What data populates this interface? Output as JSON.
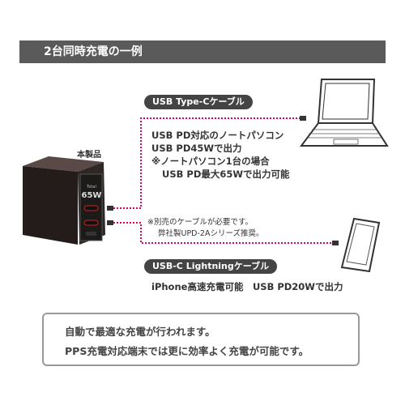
{
  "header": {
    "title": "2台同時充電の一例"
  },
  "product": {
    "label": "本製品",
    "badge_top": "Total",
    "badge_watt": "65W"
  },
  "cable_typec": {
    "label": "USB Type-Cケーブル",
    "lines": [
      "USB PD対応のノートパソコン",
      "USB PD45Wで出力",
      "※ノートパソコン1台の場合",
      "USB PD最大65Wで出力可能"
    ]
  },
  "note": {
    "line1": "※別売のケーブルが必要です。",
    "line2": "弊社製UPD-2Aシリーズ推奨。"
  },
  "cable_lightning": {
    "label": "USB-C Lightningケーブル",
    "desc": "iPhone高速充電可能　USB PD20Wで出力"
  },
  "bottom": {
    "line1": "自動で最適な充電が行われます。",
    "line2": "PPS充電対応端末では更に効率よく充電が可能です。"
  },
  "colors": {
    "cable": "#e0005a",
    "dark": "#2b2b2b",
    "header": "#5a5a5a"
  },
  "icons": [
    "charger-icon",
    "laptop-icon",
    "smartphone-icon"
  ]
}
